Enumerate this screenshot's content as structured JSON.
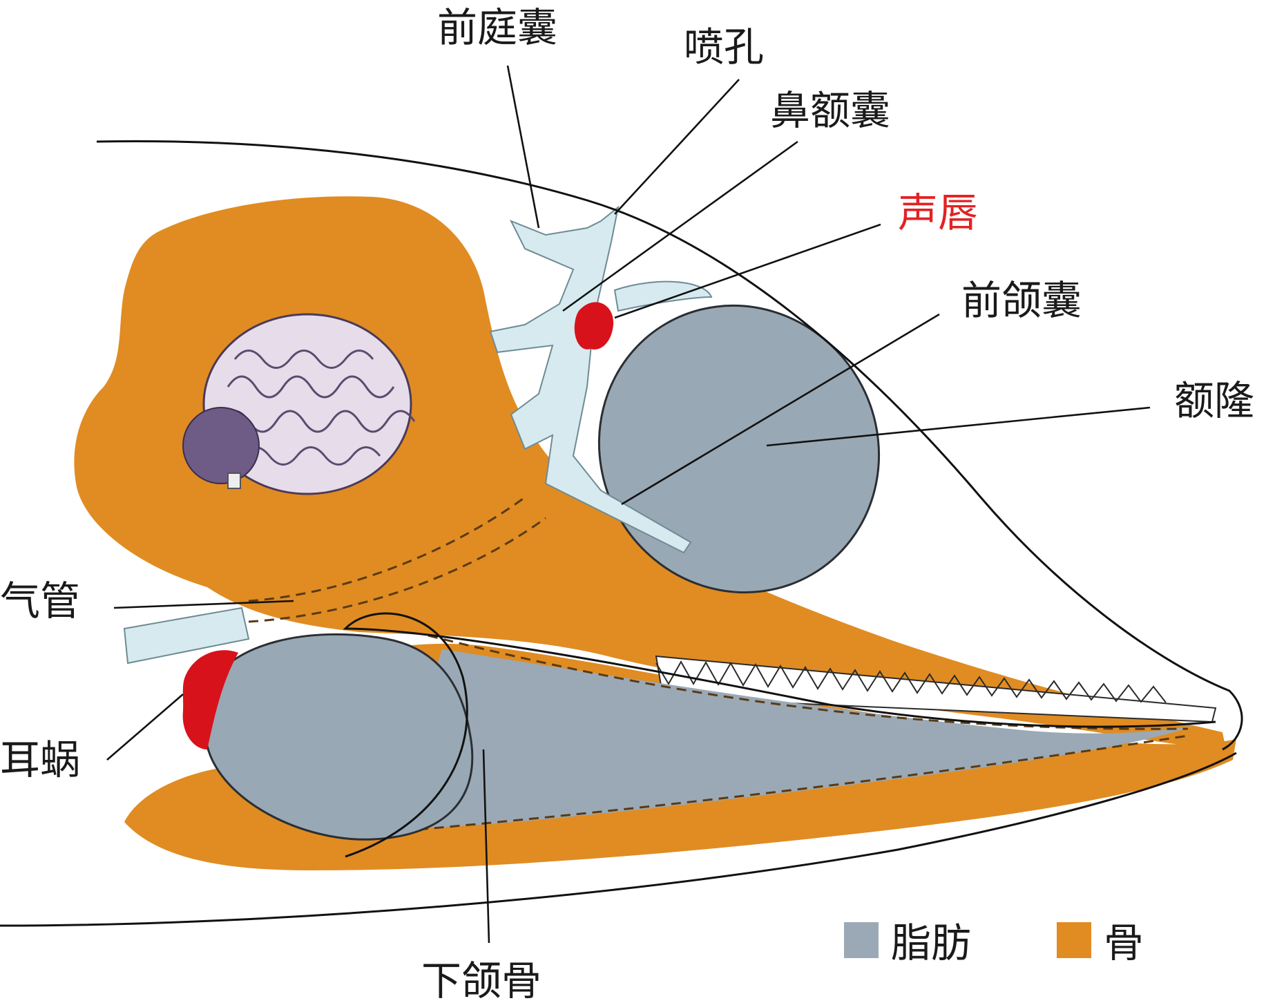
{
  "diagram": {
    "labels": {
      "vestibular_sac": "前庭囊",
      "blowhole": "喷孔",
      "nasofrontal_sac": "鼻额囊",
      "phonic_lips": "声唇",
      "premaxillary_sac": "前颌囊",
      "melon": "额隆",
      "trachea": "气管",
      "cochlea": "耳蜗",
      "mandible": "下颌骨"
    },
    "legend": [
      {
        "label": "脂肪",
        "color": "#9aa9b5"
      },
      {
        "label": "骨",
        "color": "#e08c22"
      }
    ],
    "colors": {
      "bone": "#e08c22",
      "fat": "#9aa9b5",
      "airway": "#d6eaef",
      "phonic_lips": "#d8121b",
      "brain": "#e6dcea",
      "highlight_label": "#e32222"
    }
  }
}
